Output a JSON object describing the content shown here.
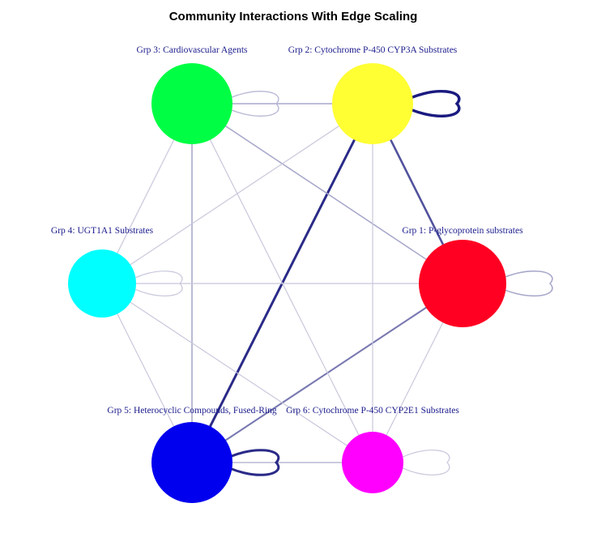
{
  "title": "Community Interactions With Edge Scaling",
  "nodes": [
    {
      "id": "g1",
      "label": "Grp 1: P-glycoprotein substrates",
      "color": "#ff0022"
    },
    {
      "id": "g2",
      "label": "Grp 2: Cytochrome P-450 CYP3A Substrates",
      "color": "#ffff33"
    },
    {
      "id": "g3",
      "label": "Grp 3: Cardiovascular Agents",
      "color": "#00ff44"
    },
    {
      "id": "g4",
      "label": "Grp 4: UGT1A1 Substrates",
      "color": "#00ffff"
    },
    {
      "id": "g5",
      "label": "Grp 5: Heterocyclic Compounds, Fused-Ring",
      "color": "#0000ee"
    },
    {
      "id": "g6",
      "label": "Grp 6: Cytochrome P-450 CYP2E1 Substrates",
      "color": "#ff00ff"
    }
  ],
  "edges": [
    {
      "from": "g2",
      "to": "g5",
      "weight": 3
    },
    {
      "from": "g2",
      "to": "g1",
      "weight": 2.5
    },
    {
      "from": "g1",
      "to": "g5",
      "weight": 2
    },
    {
      "from": "g3",
      "to": "g2",
      "weight": 1.4
    },
    {
      "from": "g3",
      "to": "g1",
      "weight": 1.4
    },
    {
      "from": "g3",
      "to": "g5",
      "weight": 1.4
    },
    {
      "from": "g3",
      "to": "g6",
      "weight": 1
    },
    {
      "from": "g3",
      "to": "g4",
      "weight": 1
    },
    {
      "from": "g2",
      "to": "g4",
      "weight": 1
    },
    {
      "from": "g2",
      "to": "g6",
      "weight": 1
    },
    {
      "from": "g4",
      "to": "g1",
      "weight": 1
    },
    {
      "from": "g4",
      "to": "g5",
      "weight": 1
    },
    {
      "from": "g4",
      "to": "g6",
      "weight": 1
    },
    {
      "from": "g1",
      "to": "g6",
      "weight": 1
    },
    {
      "from": "g5",
      "to": "g6",
      "weight": 1.2
    }
  ],
  "self_loops": [
    {
      "node": "g2",
      "weight": 3.5
    },
    {
      "node": "g5",
      "weight": 3
    },
    {
      "node": "g1",
      "weight": 1.4
    },
    {
      "node": "g3",
      "weight": 1.2
    },
    {
      "node": "g4",
      "weight": 1
    },
    {
      "node": "g6",
      "weight": 1
    }
  ],
  "colors": {
    "edge_strong": "#1a1a80",
    "edge_weak": "#c8c8dc",
    "label_text": "#1a1a8c"
  }
}
